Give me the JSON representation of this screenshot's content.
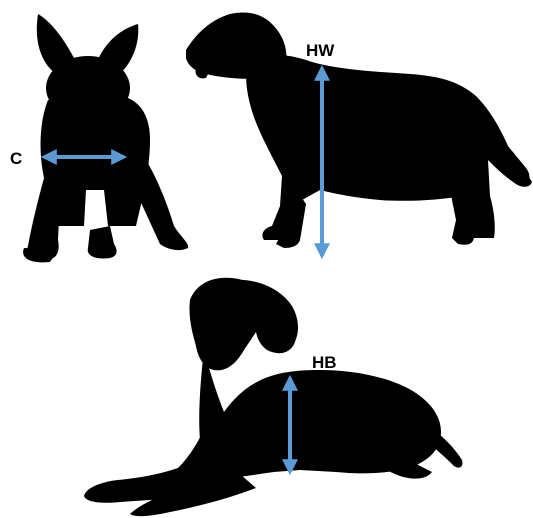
{
  "colors": {
    "silhouette": "#000000",
    "arrow": "#5b9bd5",
    "background": "#ffffff"
  },
  "measurements": {
    "chest": {
      "label": "C"
    },
    "height_withers": {
      "label": "HW"
    },
    "height_back": {
      "label": "HB"
    }
  },
  "figures": [
    {
      "name": "standing-dog-front-view",
      "measurement": "C"
    },
    {
      "name": "standing-dog-side-view",
      "measurement": "HW"
    },
    {
      "name": "lying-dog-side-view",
      "measurement": "HB"
    }
  ]
}
